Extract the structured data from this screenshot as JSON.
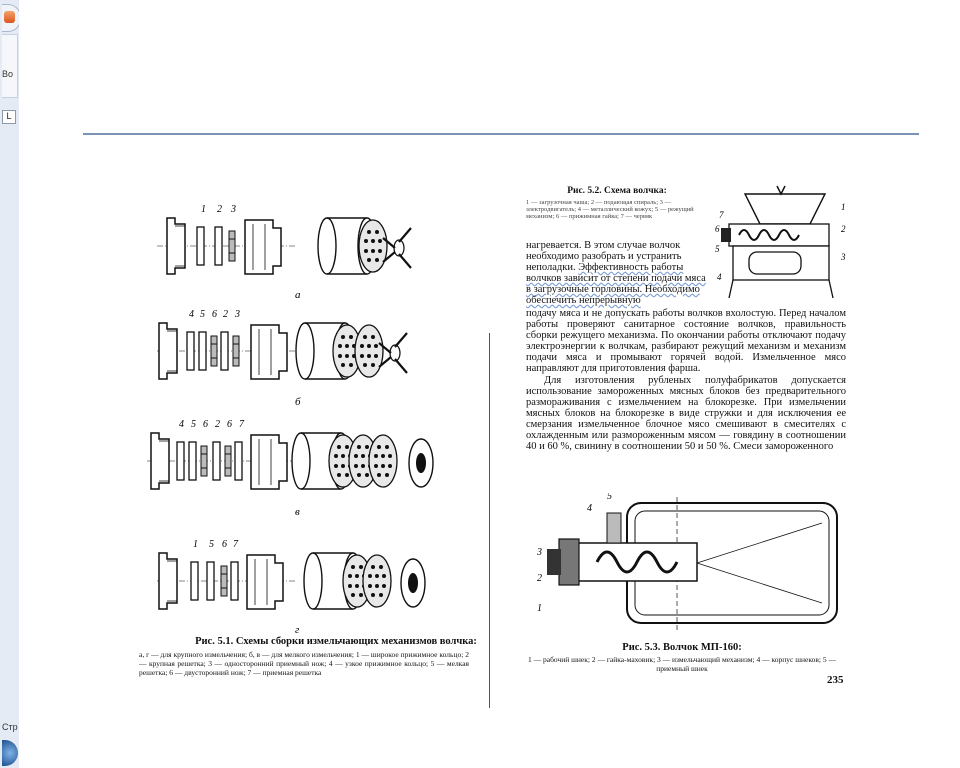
{
  "app": {
    "ribbon_fragment_label": "Во",
    "ruler_corner_label": "L",
    "status_fragment_label": "Стр"
  },
  "page_left": {
    "figure_caption_title": "Рис. 5.1. Схемы сборки измельчающих механизмов волчка:",
    "figure_caption_text": "а, г — для крупного измельчения; б, в — для мелкого измельчения; 1 — широкое прижимное кольцо; 2 — крупная решетка; 3 — односторонний приемный нож; 4 — узкое прижимное кольцо; 5 — мелкая решетка; 6 — двусторонний нож; 7 — приемная решетка",
    "assembly_rows": [
      {
        "letter": "а",
        "part_numbers": [
          "1",
          "2",
          "3"
        ]
      },
      {
        "letter": "б",
        "part_numbers": [
          "4",
          "5",
          "6",
          "2",
          "3"
        ]
      },
      {
        "letter": "в",
        "part_numbers": [
          "4",
          "5",
          "6",
          "2",
          "6",
          "7"
        ]
      },
      {
        "letter": "г",
        "part_numbers": [
          "1",
          "5",
          "6",
          "7"
        ]
      }
    ]
  },
  "page_right": {
    "figure2_caption_title": "Рис. 5.2. Схема волчка:",
    "figure2_caption_text": "1 — загрузочная чаша; 2 — подающая спираль; 3 — электродвигатель; 4 — металлический кожух; 5 — режущий механизм; 6 — прижимная гайка; 7 — червяк",
    "figure2_labels": [
      "1",
      "2",
      "3",
      "4",
      "5",
      "6",
      "7"
    ],
    "body_short_1": "нагревается. В этом случае волчок необходимо разобрать и устранить неполадки.",
    "body_short_2": "Эффективность работы волчков зависит от степени подачи мяса в загрузочные горловины. Необходимо обеспечить непрерывную",
    "body_full": "подачу мяса и не допускать работы волчков вхолостую. Перед началом работы проверяют санитарное состояние волчков, правильность сборки режущего механизма. По окончании работы отключают подачу электроэнергии к волчкам, разбирают режущий механизм и механизм подачи мяса и промывают горячей водой. Измельченное мясо направляют для приготовления фарша.",
    "body_full_2": "Для изготовления рубленых полуфабрикатов допускается использование замороженных мясных блоков без предварительного размораживания с измельчением на блокорезке. При измельчении мясных блоков на блокорезке в виде стружки и для исключения ее смерзания измельченное блочное мясо смешивают в смесителях с охлажденным или размороженным мясом — говядину в соотношении 40 и 60 %, свинину в соотношении 50 и 50 %. Смеси замороженного",
    "figure3_caption_title": "Рис. 5.3. Волчок МП-160:",
    "figure3_caption_text": "1 — рабочий шнек; 2 — гайка-маховик; 3 — измельчающий механизм; 4 — корпус шнеков; 5 — приемный шнек",
    "figure3_labels": [
      "1",
      "2",
      "3",
      "4",
      "5"
    ],
    "page_number": "235"
  }
}
